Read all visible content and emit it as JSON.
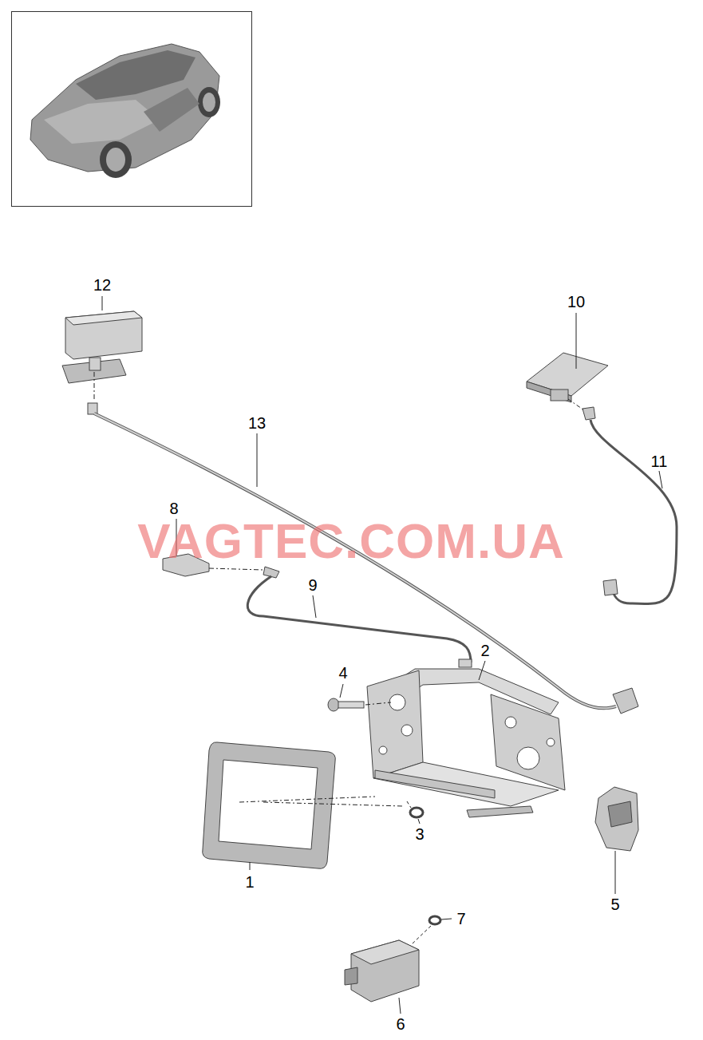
{
  "diagram": {
    "labels": [
      "12",
      "10",
      "13",
      "11",
      "8",
      "VAGTEC.COM.UA",
      "9",
      "2",
      "4",
      "3",
      "1",
      "5",
      "7",
      "6"
    ]
  }
}
